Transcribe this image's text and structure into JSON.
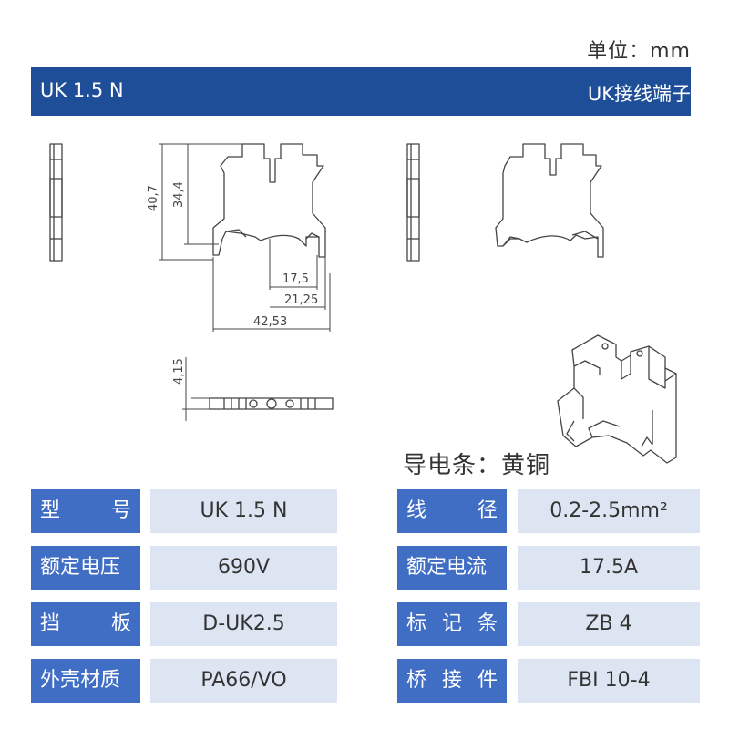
{
  "unit_label": "单位：mm",
  "banner": {
    "model": "UK 1.5 N",
    "product_name": "UK接线端子"
  },
  "dimensions": {
    "height_total": "40,7",
    "height_upper": "34,4",
    "width_a": "17,5",
    "width_b": "21,25",
    "width_total": "42,53",
    "thickness": "4,15"
  },
  "material_note": "导电条：黄铜",
  "specs": {
    "left": [
      {
        "label": "型　号",
        "value": "UK 1.5 N"
      },
      {
        "label": "额定电压",
        "value": "690V"
      },
      {
        "label": "挡　板",
        "value": "D-UK2.5"
      },
      {
        "label": "外壳材质",
        "value": "PA66/VO"
      }
    ],
    "right": [
      {
        "label": "线　径",
        "value": "0.2-2.5mm²"
      },
      {
        "label": "额定电流",
        "value": "17.5A"
      },
      {
        "label": "标记条",
        "value": "ZB 4"
      },
      {
        "label": "桥接件",
        "value": "FBI 10-4"
      }
    ]
  },
  "colors": {
    "banner": "#1f4e99",
    "label_cell": "#3f6ec4",
    "value_cell": "#dde5f3",
    "line": "#444444"
  }
}
